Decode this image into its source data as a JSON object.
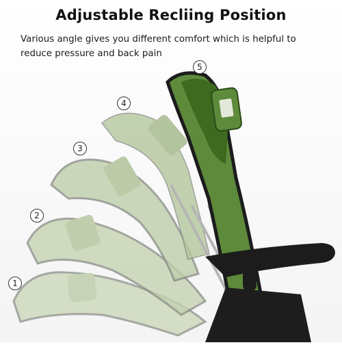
{
  "title": "Adjustable Recliing Position",
  "description": "Various angle gives you different comfort which is helpful to reduce pressure and back pain",
  "positions": [
    "1",
    "2",
    "3",
    "4",
    "5"
  ],
  "colors": {
    "fabric_light": "#c9d6b6",
    "fabric_mid": "#9eb387",
    "fabric_dark": "#3d6a1f",
    "frame": "#1c1c1c",
    "tube": "#b5b5b5"
  }
}
